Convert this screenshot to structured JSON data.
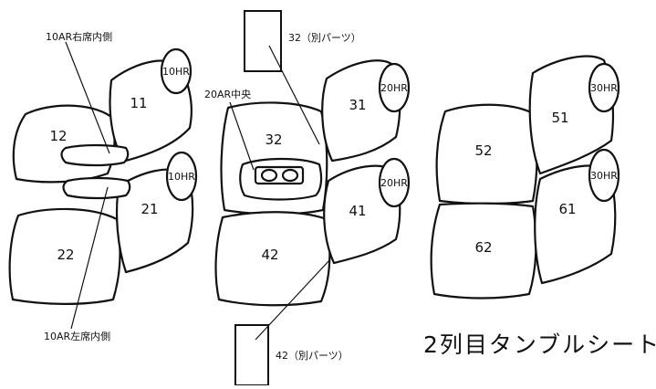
{
  "callouts": {
    "row1_right_inner": "10AR右席内側",
    "row1_left_inner": "10AR左席内側",
    "center_armrest": "20AR中央",
    "part_32": "32（別パーツ）",
    "part_42": "42（別パーツ）"
  },
  "headrests": {
    "hr_10_top": "10HR",
    "hr_10_mid": "10HR",
    "hr_20_top": "20HR",
    "hr_20_mid": "20HR",
    "hr_30_top": "30HR",
    "hr_30_mid": "30HR"
  },
  "parts": {
    "p11": "11",
    "p12": "12",
    "p21": "21",
    "p22": "22",
    "p31": "31",
    "p32": "32",
    "p41": "41",
    "p42": "42",
    "p51": "51",
    "p52": "52",
    "p61": "61",
    "p62": "62"
  },
  "title": "2列目タンブルシート"
}
